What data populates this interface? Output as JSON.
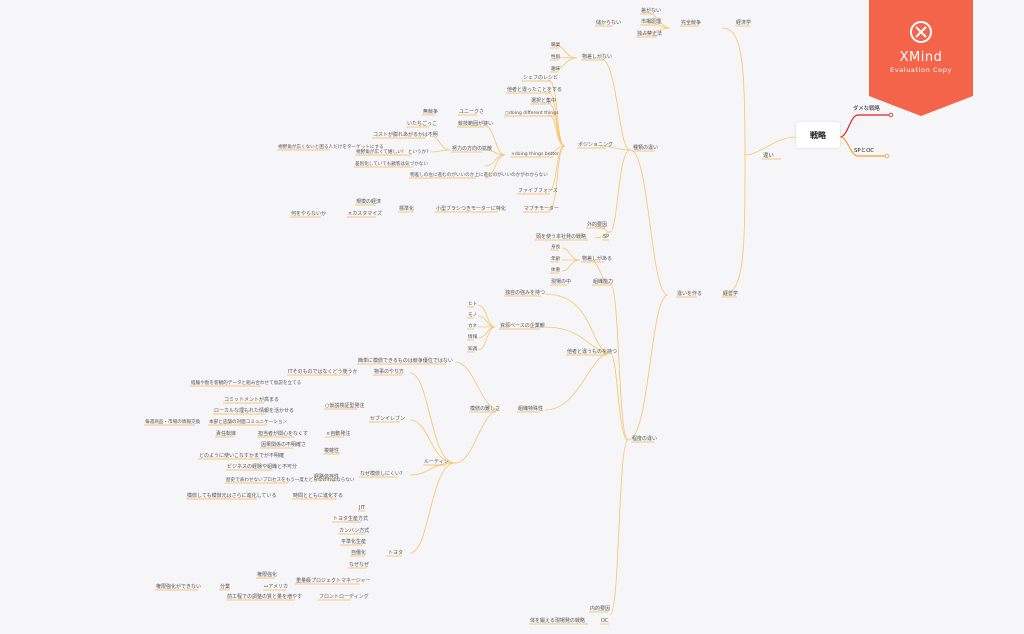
{
  "root": {
    "label": "戦略"
  },
  "watermark": {
    "title": "XMind",
    "subtitle": "Evaluation Copy"
  },
  "right_branches": [
    {
      "label": "ダメな戦略",
      "color": "#d22"
    },
    {
      "label": "SPとOC",
      "color": "#f0a030"
    }
  ],
  "nodes": {
    "chigai": "違い",
    "keizaigaku": "経済学",
    "kanzenkyoso": "完全競争",
    "sagaanai": "差がない",
    "shijogenri": "市場原理",
    "mokaranai": "儲からない",
    "dokusenkinshi": "独占禁止法",
    "keieigaku": "経営学",
    "shuruinochigai": "種類の違い",
    "bussitsu_nai": "物差しがない",
    "nenrei": "職業",
    "seibetsu": "性別",
    "shumi": "趣味",
    "positioning": "ポジショニング",
    "chef": "シェフのレシピ",
    "tasha": "他者と違ったことをする",
    "sentaku": "選択と集中",
    "unique": "ユニークさ",
    "mukyoso": "無競争",
    "doing_diff": "○doing different things",
    "taiin": "競技範囲が狭い",
    "itachi": "いたちごっこ",
    "doryoku": "努力の方向の拡散",
    "cost": "コストが膨れあがるかは不明",
    "shiya_hiroku": "視野角が広くないと困る人だけをターゲットにする",
    "shiya_hiroku2": "視野角が広くて嬉しい！ というか?",
    "sabetsuka": "差別化していても顧客は気づかない",
    "doing_better": "×doing things better",
    "mono_ue": "物差しの左に進むのがいいのか上に進むのがいいのかがわからない",
    "five_forces": "ファイブフォース",
    "mabuchi": "マブチモーター",
    "kogata": "小型ブラシつきモーターに特化",
    "hyojunka": "標準化",
    "keihi": "規模の経済",
    "custom": "×カスタマイズ",
    "nani": "何をやらないか",
    "gaitekiyoin": "外的要因",
    "sp": "SP",
    "gaiteki_senryaku": "頭を使う本社発の戦略",
    "chigai_tsukuru": "違いを作る",
    "monosashi_aru": "物差しがある",
    "kakumei": "身長",
    "nenrei2": "年齢",
    "taiju": "体重",
    "soshikiryoku": "組織能力",
    "genba": "現場の中",
    "teidonochigai": "程度の違い",
    "tasha_chigau": "他者と違うものを持つ",
    "kyocho": "独自の強みを持つ",
    "hito": "ヒト",
    "mono": "モノ",
    "kane": "カネ",
    "joho": "情報",
    "chishiki": "知識",
    "resource": "資源ベースの企業観",
    "mohou": "模倣の難しさ",
    "soshiki_tokusei": "組織特殊性",
    "kantan": "簡単に模倣できるものは競争優位ではない",
    "it_mono": "ITそのものではなくどう使うか",
    "mono_yarikata": "物事のやり方",
    "routine": "ルーティン",
    "keiken": "経験や勘を客観的データと組み合わせて仮説を立てる",
    "commit": "コミットメントが高まる",
    "kasetsu": "○仮説検証型発注",
    "local": "ローカルな埋もれた情報を活かせる",
    "seven": "セブンイレブン",
    "maitsuki": "毎週商品・市場の情報交換",
    "honbu": "本部と店舗の対面コミュニケーション",
    "sekinin": "責任転嫁",
    "tantou": "担当者が関心をなくす",
    "jidou": "×自動発注",
    "inga": "因果関係の不明確さ",
    "fukuzatsu": "複雑性",
    "dono": "どのように使いこなすかまでが不明確",
    "naze": "なぜ模倣しにくい?",
    "business": "ビジネスの経験や組織と不可分",
    "keiro": "経路依存性",
    "rekishi": "歴史で表わせないプロセスをもう一度たどらなければならない",
    "mohou_shinka": "模倣しても模倣元はさらに進化している",
    "jikan": "時間とともに進化する",
    "jit": "JIT",
    "toyota_seisan": "トヨタ生産方式",
    "kanban": "カンバン方式",
    "heijunka": "平準化生産",
    "jidoka": "自働化",
    "naze2": "なぜなぜ",
    "toyota": "トヨタ",
    "kengen": "権限強化",
    "juryo": "重量級プロジェクトマネージャー",
    "america": "↔アメリカ",
    "bungyo": "分業",
    "kengen_dekinai": "権限強化ができない",
    "front": "フロントローディング",
    "maekotei": "前工程での調整の質と量を増やす",
    "naiteki": "内的要因",
    "oc": "OC",
    "te_kitaeru": "体を鍛える現場発の戦略"
  }
}
